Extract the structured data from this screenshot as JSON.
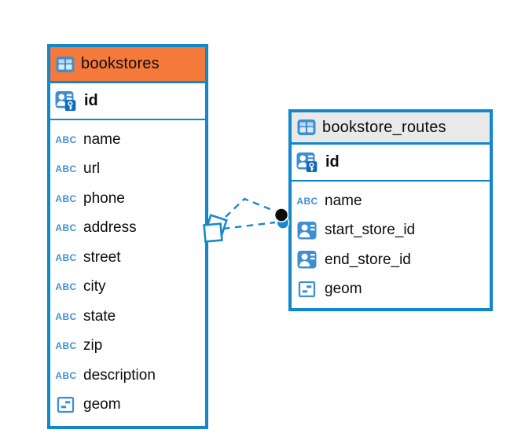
{
  "diagram": {
    "title": "er-diagram",
    "tables": [
      {
        "name": "bookstores",
        "icon": "table-grid-icon",
        "header_bg": "#F5793B",
        "primary_key": {
          "name": "id",
          "icon": "user-key-icon"
        },
        "columns": [
          {
            "name": "name",
            "icon": "text-abc-icon"
          },
          {
            "name": "url",
            "icon": "text-abc-icon"
          },
          {
            "name": "phone",
            "icon": "text-abc-icon"
          },
          {
            "name": "address",
            "icon": "text-abc-icon"
          },
          {
            "name": "street",
            "icon": "text-abc-icon"
          },
          {
            "name": "city",
            "icon": "text-abc-icon"
          },
          {
            "name": "state",
            "icon": "text-abc-icon"
          },
          {
            "name": "zip",
            "icon": "text-abc-icon"
          },
          {
            "name": "description",
            "icon": "text-abc-icon"
          },
          {
            "name": "geom",
            "icon": "geometry-icon"
          }
        ]
      },
      {
        "name": "bookstore_routes",
        "icon": "table-grid-icon",
        "header_bg": "#E9E9E9",
        "primary_key": {
          "name": "id",
          "icon": "user-key-icon"
        },
        "columns": [
          {
            "name": "name",
            "icon": "text-abc-icon"
          },
          {
            "name": "start_store_id",
            "icon": "user-ref-icon"
          },
          {
            "name": "end_store_id",
            "icon": "user-ref-icon"
          },
          {
            "name": "geom",
            "icon": "geometry-icon"
          }
        ]
      }
    ],
    "relationship": {
      "from_table": "bookstores",
      "to_table": "bookstore_routes",
      "line_style": "dashed",
      "line_count": 2,
      "left_marker": "diamond-marker",
      "right_marker": "circle-marker"
    },
    "colors": {
      "table_border": "#1287CC",
      "header_orange": "#F5793B",
      "header_gray": "#E9E9E9",
      "icon_blue": "#3E8FD1",
      "icon_dark_blue": "#0E69C2",
      "relation_line": "#1789CD",
      "circle_marker_black": "#0B0B0B"
    }
  }
}
